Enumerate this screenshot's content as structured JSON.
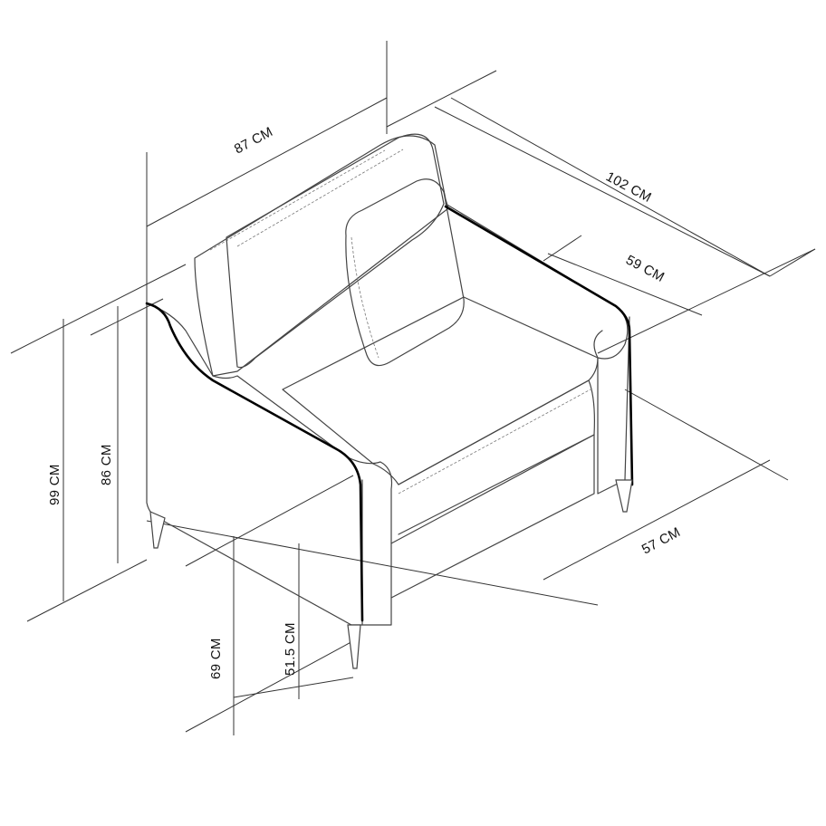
{
  "diagram": {
    "labels": {
      "width": "87 CM",
      "depth": "102 CM",
      "seat_depth": "59 CM",
      "seat_width": "57 CM",
      "total_height": "99 CM",
      "back_height": "86 CM",
      "arm_height": "69 CM",
      "seat_height": "51.5 CM"
    },
    "colors": {
      "outline": "#444444",
      "emphasis": "#000000",
      "dimension": "#333333"
    }
  }
}
